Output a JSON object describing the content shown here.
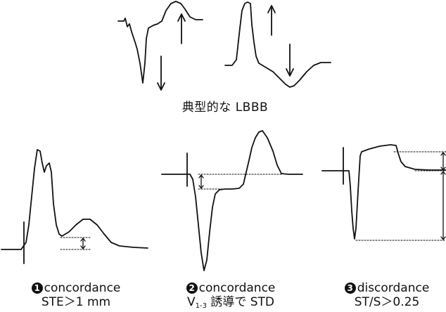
{
  "title": "典型的な LBBB",
  "cases": [
    {
      "num": "1",
      "name": "concordance",
      "criterion": "STE＞1 mm"
    },
    {
      "num": "2",
      "name": "concordance",
      "criterion_pre": "V",
      "criterion_sub": "1-3",
      "criterion_post": " 誘導で STD"
    },
    {
      "num": "3",
      "name": "discordance",
      "criterion": "ST/S＞0.25"
    }
  ]
}
